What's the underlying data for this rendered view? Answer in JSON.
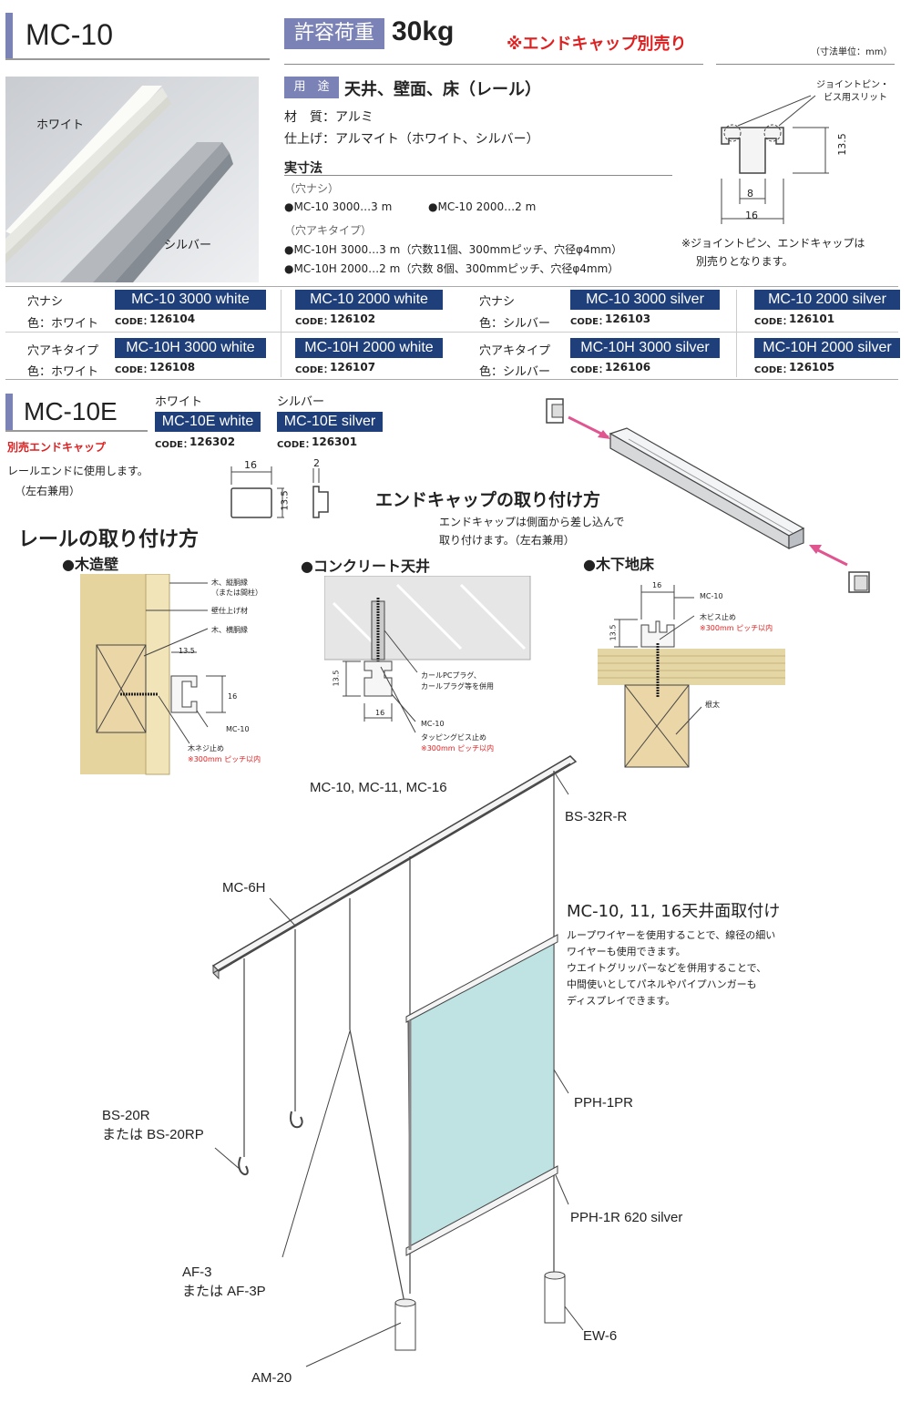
{
  "header": {
    "model": "MC-10",
    "load_label": "許容荷重",
    "load_value": "30kg",
    "endcap_note": "※エンドキャップ別売り",
    "unit_note": "（寸法単位：mm）"
  },
  "photo": {
    "label_white": "ホワイト",
    "label_silver": "シルバー"
  },
  "specs": {
    "use_tag": "用　途",
    "use_value": "天井、壁面、床（レール）",
    "material": "材　質：アルミ",
    "finish": "仕上げ：アルマイト（ホワイト、シルバー）",
    "dims_title": "実寸法",
    "no_hole": "（穴ナシ）",
    "no_hole_a": "●MC-10 3000…3 m",
    "no_hole_b": "●MC-10 2000…2 m",
    "hole": "（穴アキタイプ）",
    "hole_a": "●MC-10H 3000…3 m（穴数11個、300mmピッチ、穴径φ4mm）",
    "hole_b": "●MC-10H 2000…2 m（穴数 8個、300mmピッチ、穴径φ4mm）"
  },
  "profile": {
    "slit_label_1": "ジョイントピン・",
    "slit_label_2": "ビス用スリット",
    "dim_h": "13.5",
    "dim_inner": "8",
    "dim_w": "16",
    "note_1": "※ジョイントピン、エンドキャップは",
    "note_2": "別売りとなります。"
  },
  "rows": [
    {
      "left_type": "穴ナシ",
      "left_color": "色：ホワイト",
      "right_type": "穴ナシ",
      "right_color": "色：シルバー",
      "items": [
        {
          "name": "MC-10 3000 white",
          "code": "126104"
        },
        {
          "name": "MC-10 2000 white",
          "code": "126102"
        },
        {
          "name": "MC-10 3000 silver",
          "code": "126103"
        },
        {
          "name": "MC-10 2000 silver",
          "code": "126101"
        }
      ]
    },
    {
      "left_type": "穴アキタイプ",
      "left_color": "色：ホワイト",
      "right_type": "穴アキタイプ",
      "right_color": "色：シルバー",
      "items": [
        {
          "name": "MC-10H 3000 white",
          "code": "126108"
        },
        {
          "name": "MC-10H 2000 white",
          "code": "126107"
        },
        {
          "name": "MC-10H 3000 silver",
          "code": "126106"
        },
        {
          "name": "MC-10H 2000 silver",
          "code": "126105"
        }
      ]
    }
  ],
  "code_prefix": "CODE：",
  "endcap": {
    "model": "MC-10E",
    "sub": "別売エンドキャップ",
    "desc_1": "レールエンドに使用します。",
    "desc_2": "（左右兼用）",
    "white_label": "ホワイト",
    "silver_label": "シルバー",
    "white_name": "MC-10E white",
    "white_code": "126302",
    "silver_name": "MC-10E silver",
    "silver_code": "126301",
    "dim_w": "16",
    "dim_h": "13.5",
    "dim_t": "2",
    "install_title": "エンドキャップの取り付け方",
    "install_1": "エンドキャップは側面から差し込んで",
    "install_2": "取り付けます。（左右兼用）"
  },
  "rail_install": {
    "title": "レールの取り付け方",
    "wood_wall": "●木造壁",
    "concrete": "●コンクリート天井",
    "wood_floor": "●木下地床",
    "wall_l1": "木、縦胴縁",
    "wall_l1b": "（または間柱）",
    "wall_l2": "壁仕上げ材",
    "wall_l3": "木、横胴縁",
    "wall_dim_a": "13.5",
    "wall_dim_b": "16",
    "wall_l4": "MC-10",
    "wall_l5": "木ネジ止め",
    "wall_note": "※300mm ピッチ以内",
    "con_dim_a": "13.5",
    "con_dim_b": "16",
    "con_l1": "カールPCプラグ、",
    "con_l1b": "カールプラグ等を併用",
    "con_l2": "MC-10",
    "con_l3": "タッピングビス止め",
    "con_note": "※300mm ピッチ以内",
    "floor_dim_a": "16",
    "floor_dim_b": "13.5",
    "floor_l1": "MC-10",
    "floor_l2": "木ビス止め",
    "floor_note": "※300mm ピッチ以内",
    "floor_l3": "根太"
  },
  "diagram": {
    "rail_label": "MC-10, MC-11, MC-16",
    "bs32": "BS-32R-R",
    "mc6h": "MC-6H",
    "ceiling_title": "MC-10, 11, 16天井面取付け",
    "desc_1": "ループワイヤーを使用することで、線径の細い",
    "desc_2": "ワイヤーも使用できます。",
    "desc_3": "ウエイトグリッパーなどを併用することで、",
    "desc_4": "中間使いとしてパネルやパイプハンガーも",
    "desc_5": "ディスプレイできます。",
    "pph1pr": "PPH-1PR",
    "bs20r_1": "BS-20R",
    "bs20r_2": "または BS-20RP",
    "pph1r": "PPH-1R 620 silver",
    "af3_1": "AF-3",
    "af3_2": "または AF-3P",
    "ew6": "EW-6",
    "am20": "AM-20"
  },
  "colors": {
    "navy": "#1f3f7a",
    "accent": "#7b82b6",
    "red": "#e02020",
    "panel": "#bfe3e3"
  }
}
